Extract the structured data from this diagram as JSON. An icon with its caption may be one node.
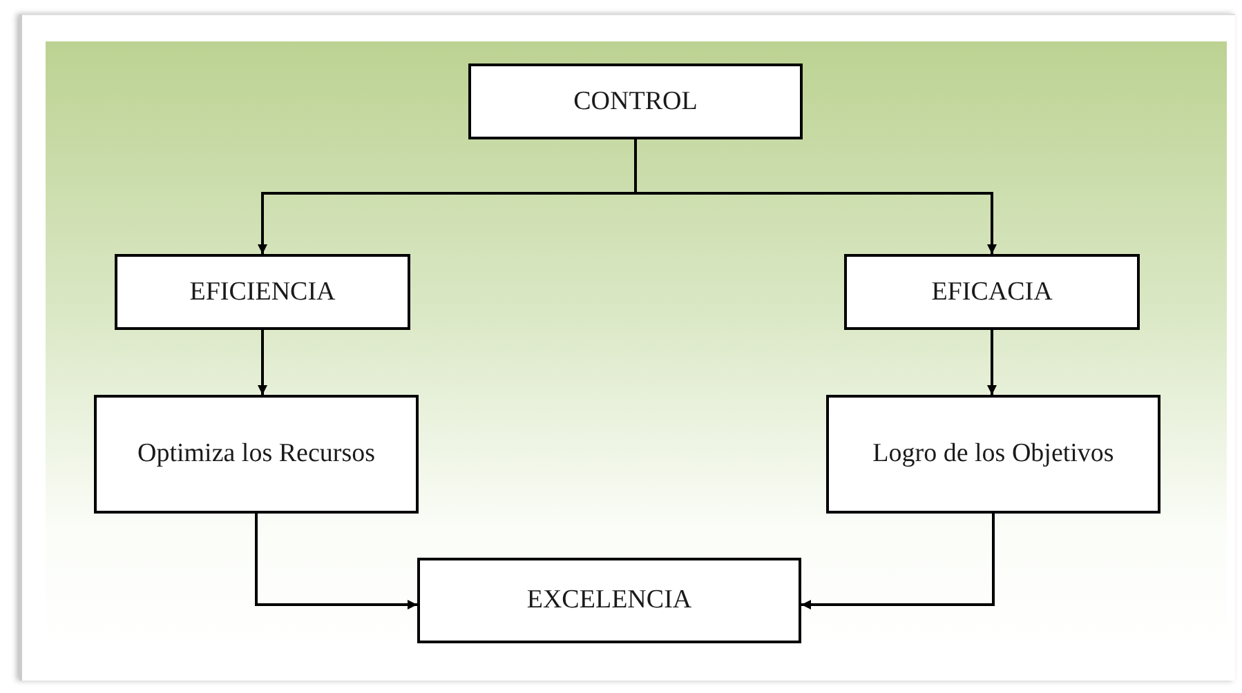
{
  "diagram": {
    "nodes": [
      {
        "text": [
          "CONTROL"
        ]
      },
      {
        "text": [
          "EFICIENCIA"
        ]
      },
      {
        "text": [
          "EFICACIA"
        ]
      },
      {
        "text": [
          "Optimiza los Recursos"
        ]
      },
      {
        "text": [
          "Logro de los Objetivos"
        ]
      },
      {
        "text": [
          "EXCELENCIA"
        ]
      }
    ],
    "edges": [
      {
        "from": 0,
        "to": 1,
        "arrow": "to"
      },
      {
        "from": 0,
        "to": 2,
        "arrow": "to"
      },
      {
        "from": 1,
        "to": 3,
        "arrow": "to"
      },
      {
        "from": 2,
        "to": 4,
        "arrow": "to"
      },
      {
        "from": 3,
        "to": 5,
        "arrow": "to"
      },
      {
        "from": 4,
        "to": 5,
        "arrow": "to"
      }
    ]
  }
}
